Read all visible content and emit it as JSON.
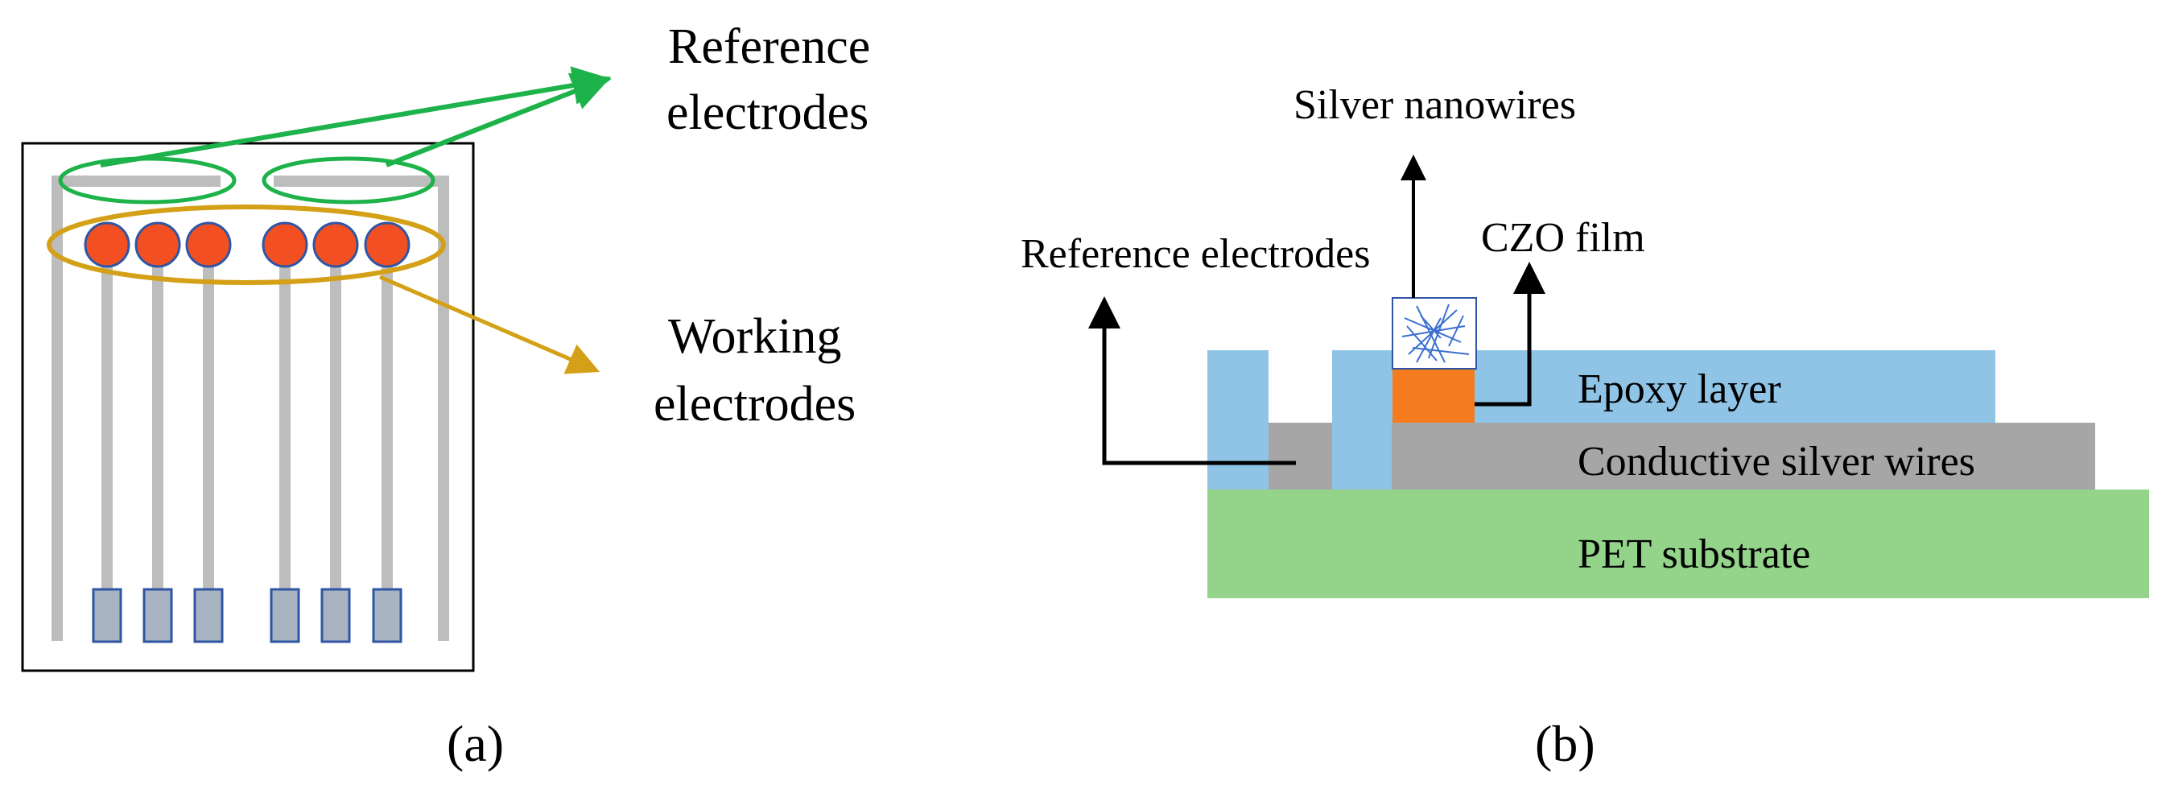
{
  "panel_a": {
    "label_reference": [
      "Reference",
      "electrodes"
    ],
    "label_working": [
      "Working",
      "electrodes"
    ],
    "caption": "(a)"
  },
  "panel_b": {
    "label_silver_nanowires": "Silver nanowires",
    "label_czo_film": "CZO film",
    "label_reference_electrodes": "Reference electrodes",
    "label_epoxy_layer": "Epoxy layer",
    "label_conductive_silver_wires": "Conductive silver wires",
    "label_pet_substrate": "PET substrate",
    "caption": "(b)"
  },
  "colors": {
    "reference_ring": "#1db34a",
    "working_ring": "#d4a017",
    "working_dot_fill": "#f25022",
    "working_dot_stroke": "#2f55a4",
    "trace": "#bdbdbd",
    "pad_fill": "#a9b4c2",
    "pad_stroke": "#2f55a4",
    "epoxy": "#8fc4e6",
    "silver": "#a6a6a6",
    "pet": "#93d48a",
    "czo": "#f47c1f",
    "nanowire": "#3b6fd1"
  }
}
